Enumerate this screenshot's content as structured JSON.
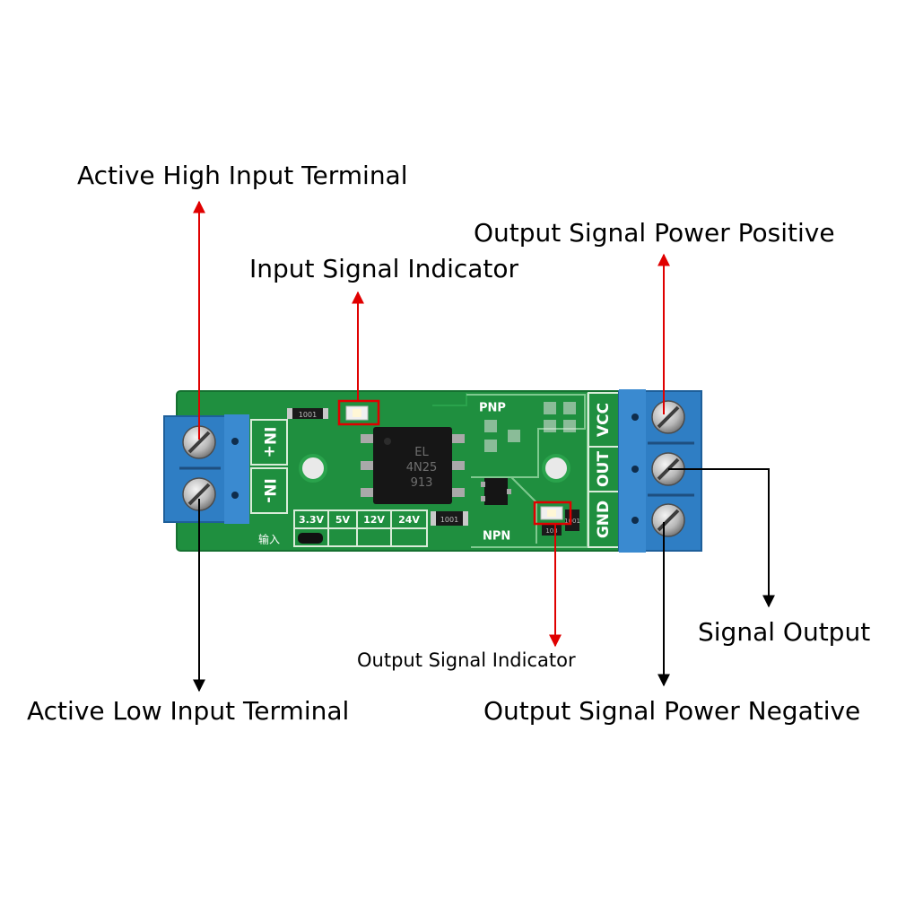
{
  "callouts": {
    "active_high": "Active High Input Terminal",
    "input_indicator": "Input Signal Indicator",
    "output_power_positive": "Output Signal Power Positive",
    "signal_output": "Signal Output",
    "output_indicator": "Output Signal Indicator",
    "active_low": "Active Low Input Terminal",
    "output_power_negative": "Output Signal Power Negative"
  },
  "board": {
    "pin_in_plus": "IN+",
    "pin_in_minus": "IN-",
    "pin_vcc": "VCC",
    "pin_out": "OUT",
    "pin_gnd": "GND",
    "mode_pnp": "PNP",
    "mode_npn": "NPN",
    "voltages": [
      "3.3V",
      "5V",
      "12V",
      "24V"
    ],
    "input_cn": "输入",
    "chip_brand": "EL",
    "chip_model": "4N25",
    "chip_code": "913",
    "res_1": "1001",
    "res_2": "1001",
    "res_3": "1001",
    "res_4": "103"
  },
  "colors": {
    "pcb": "#1f8f3f",
    "terminal": "#2f7ec4",
    "indicator_arrow": "#e00000",
    "terminal_arrow": "#000000"
  }
}
